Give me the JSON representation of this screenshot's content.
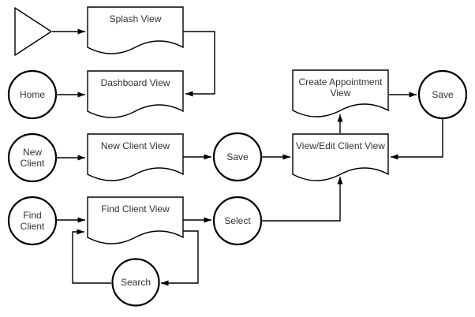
{
  "diagram": {
    "title": "client-app-navigation-flowchart",
    "colors": {
      "background": "#ffffff",
      "line": "#000000",
      "text": "#333333",
      "shape_fill": "#ffffff"
    },
    "nodes": {
      "start": {
        "shape": "triangle",
        "label": ""
      },
      "splash_view": {
        "shape": "document",
        "label": "Splash View"
      },
      "dashboard_view": {
        "shape": "document",
        "label": "Dashboard View"
      },
      "home": {
        "shape": "circle",
        "label": "Home"
      },
      "new_client": {
        "shape": "circle",
        "lines": [
          "New",
          "Client"
        ]
      },
      "new_client_view": {
        "shape": "document",
        "label": "New Client View"
      },
      "save_client": {
        "shape": "circle",
        "label": "Save"
      },
      "view_edit_client_view": {
        "shape": "document",
        "label": "View/Edit Client View"
      },
      "create_appointment_view": {
        "shape": "document",
        "lines": [
          "Create Appointment",
          "View"
        ]
      },
      "save_appointment": {
        "shape": "circle",
        "label": "Save"
      },
      "find_client": {
        "shape": "circle",
        "lines": [
          "Find",
          "Client"
        ]
      },
      "find_client_view": {
        "shape": "document",
        "label": "Find Client View"
      },
      "select": {
        "shape": "circle",
        "label": "Select"
      },
      "search": {
        "shape": "circle",
        "label": "Search"
      }
    },
    "edges": [
      {
        "from": "start",
        "to": "splash_view"
      },
      {
        "from": "splash_view",
        "to": "dashboard_view"
      },
      {
        "from": "home",
        "to": "dashboard_view"
      },
      {
        "from": "new_client",
        "to": "new_client_view"
      },
      {
        "from": "new_client_view",
        "to": "save_client"
      },
      {
        "from": "save_client",
        "to": "view_edit_client_view"
      },
      {
        "from": "view_edit_client_view",
        "to": "create_appointment_view"
      },
      {
        "from": "create_appointment_view",
        "to": "save_appointment"
      },
      {
        "from": "save_appointment",
        "to": "view_edit_client_view"
      },
      {
        "from": "find_client",
        "to": "find_client_view"
      },
      {
        "from": "find_client_view",
        "to": "select"
      },
      {
        "from": "select",
        "to": "view_edit_client_view"
      },
      {
        "from": "find_client_view",
        "to": "search"
      },
      {
        "from": "search",
        "to": "find_client_view"
      }
    ]
  }
}
